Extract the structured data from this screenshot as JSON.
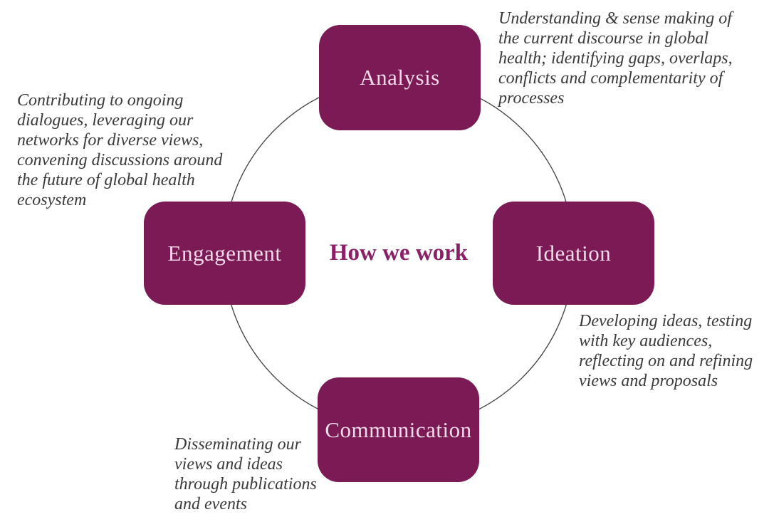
{
  "title": "How we work",
  "colors": {
    "box-fill": "#7B1A55",
    "box-label": "#F3DBEA",
    "title-color": "#8B2066",
    "annotation-color": "#3A3A3A",
    "circle-stroke": "#3F3F3F"
  },
  "nodes": [
    {
      "id": "analysis",
      "label": "Analysis",
      "annotation": "Understanding & sense making of\nthe current discourse in global\nhealth; identifying gaps, overlaps,\nconflicts and complementarity of\nprocesses"
    },
    {
      "id": "ideation",
      "label": "Ideation",
      "annotation": "Developing ideas, testing\nwith key audiences,\nreflecting on and refining\nviews and proposals"
    },
    {
      "id": "communication",
      "label": "Communication",
      "annotation": "Disseminating our\nviews and ideas\nthrough publications\nand events"
    },
    {
      "id": "engagement",
      "label": "Engagement",
      "annotation": "Contributing to ongoing\ndialogues, leveraging our\nnetworks for diverse views,\nconvening discussions around\nthe future of global health\necosystem"
    }
  ]
}
